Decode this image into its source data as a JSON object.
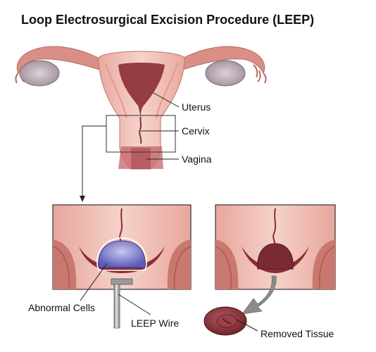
{
  "title": "Loop Electrosurgical Excision Procedure (LEEP)",
  "labels": {
    "uterus": "Uterus",
    "cervix": "Cervix",
    "vagina": "Vagina",
    "abnormal_cells": "Abnormal Cells",
    "leep_wire": "LEEP Wire",
    "removed_tissue": "Removed Tissue"
  },
  "colors": {
    "tissue_light": "#f2c9c0",
    "tissue_mid": "#d98f86",
    "tissue_dark": "#8a2d35",
    "ovary": "#b9a9b4",
    "abnormal": "#7b79c9",
    "wire": "#8a8a8a"
  }
}
